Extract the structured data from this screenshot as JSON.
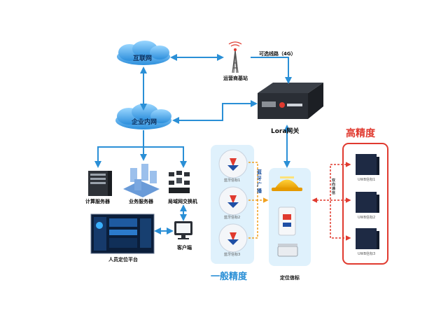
{
  "nodes": {
    "internet": "互联网",
    "enterprise": "企业内网",
    "station": "运营商基站",
    "line4g": "可选线路（4G）",
    "gateway": "Lora网关",
    "compute": "计算服务器",
    "business": "业务服务器",
    "switch": "局域网交换机",
    "platform": "人员定位平台",
    "client": "客户端",
    "beacon": "定位信标"
  },
  "bluetooth": {
    "broadcast": "蓝牙广播",
    "signals": [
      "蓝牙信标1",
      "蓝牙信标2",
      "蓝牙信标3"
    ],
    "precision": "一般精度"
  },
  "uwb": {
    "title": "高精度",
    "link": "双向通信",
    "signals": [
      "UWB信标1",
      "UWB信标2",
      "UWB信标3"
    ]
  },
  "colors": {
    "blue": "#2a8fd6",
    "red": "#e03a2f",
    "orange": "#f0a020",
    "cloud": "#5bb3ee"
  }
}
